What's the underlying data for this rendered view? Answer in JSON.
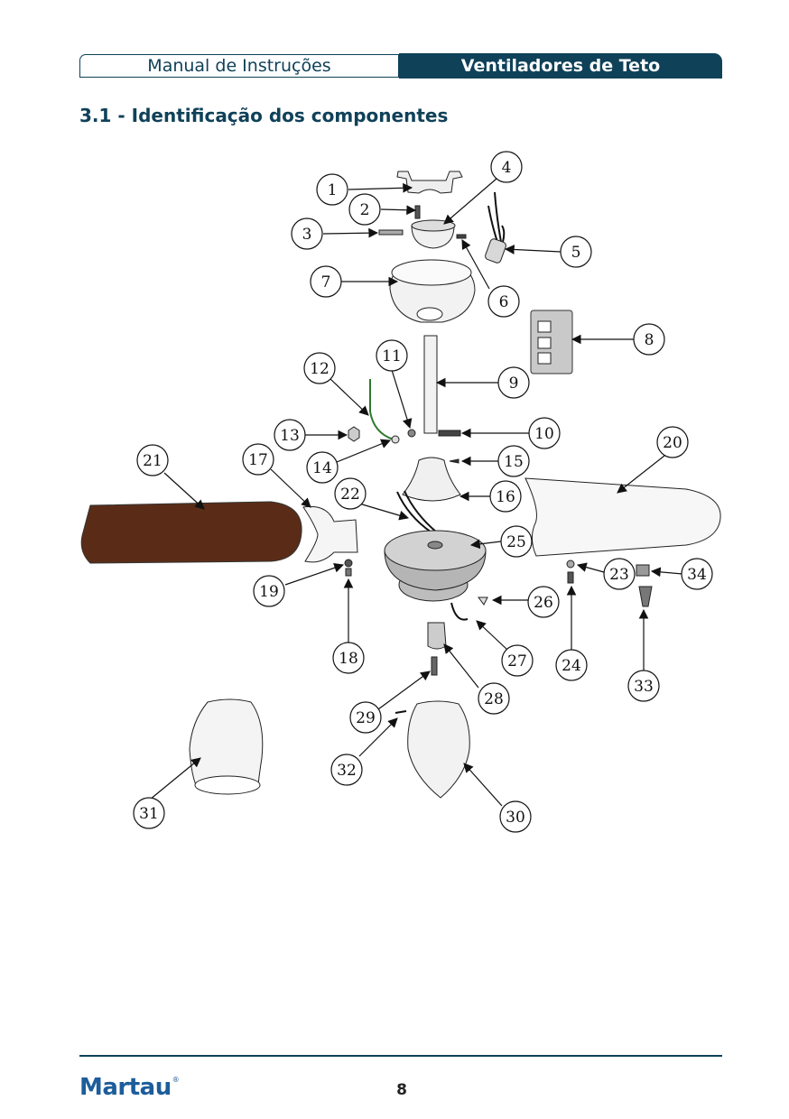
{
  "header": {
    "left_title": "Manual de Instruções",
    "right_title": "Ventiladores de Teto"
  },
  "section_title": "3.1 - Identificação dos componentes",
  "callouts": [
    "1",
    "2",
    "3",
    "4",
    "5",
    "6",
    "7",
    "8",
    "9",
    "10",
    "11",
    "12",
    "13",
    "14",
    "15",
    "16",
    "17",
    "18",
    "19",
    "20",
    "21",
    "22",
    "23",
    "24",
    "25",
    "26",
    "27",
    "28",
    "29",
    "30",
    "31",
    "32",
    "33",
    "34"
  ],
  "footer": {
    "logo_text": "Martau",
    "logo_mark": "®",
    "page_number": "8"
  },
  "colors": {
    "brand": "#0f4159",
    "logo": "#1d5d9b",
    "dark_blade": "#5a2c17"
  }
}
